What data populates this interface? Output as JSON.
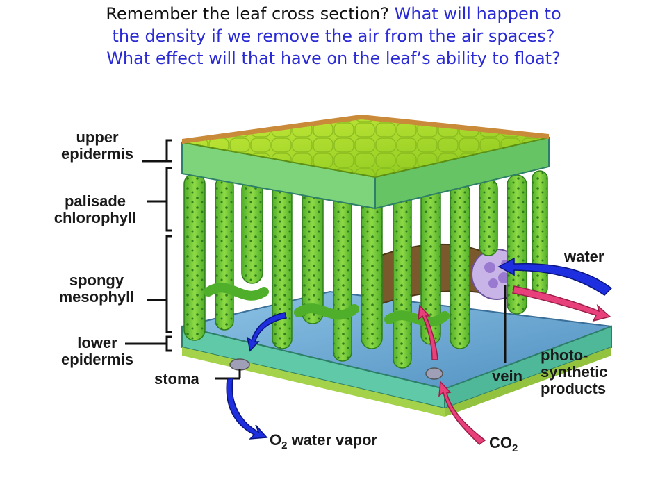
{
  "title": {
    "lead": "Remember the leaf cross section?",
    "question_1a": "What will happen to",
    "question_1b": "the density if we remove the air from the air spaces?",
    "question_2": "What effect will that have on the leaf’s ability to float?"
  },
  "labels": {
    "upper_epidermis": [
      "upper",
      "epidermis"
    ],
    "palisade_chlorophyll": [
      "palisade",
      "chlorophyll"
    ],
    "spongy_mesophyll": [
      "spongy",
      "mesophyll"
    ],
    "lower_epidermis": [
      "lower",
      "epidermis"
    ],
    "stoma": "stoma",
    "water": "water",
    "vein": "vein",
    "photosynthetic_products": [
      "photo-",
      "synthetic",
      "products"
    ],
    "o2_water_vapor": {
      "o": "O",
      "sub": "2",
      "rest": " water vapor"
    },
    "co2": {
      "main": "CO",
      "sub": "2"
    }
  },
  "colors": {
    "title_question": "#2b2bd6",
    "title_lead": "#111111",
    "leaf_green": "#8fd21e",
    "cell_green": "#6cc43a",
    "epidermis_teal": "#5fc9a8",
    "lower_blue": "#7fb3d5",
    "arrow_blue": "#1e2fe0",
    "arrow_pink": "#e8407a"
  }
}
